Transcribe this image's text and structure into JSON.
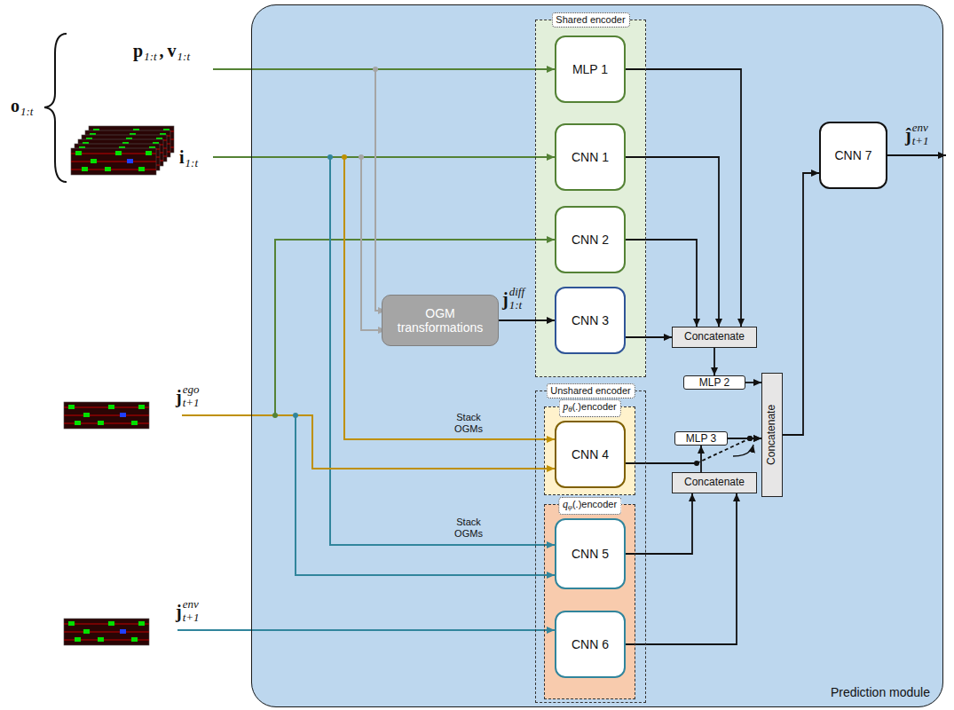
{
  "diagram": {
    "nodes": [
      {
        "text": [
          "Prediction module"
        ]
      },
      {
        "text": [
          "Shared encoder"
        ],
        "in": 0
      },
      {
        "text": [
          "MLP 1"
        ],
        "in": 1
      },
      {
        "text": [
          "CNN 1"
        ],
        "in": 1
      },
      {
        "text": [
          "CNN 2"
        ],
        "in": 1
      },
      {
        "text": [
          "CNN 3"
        ],
        "in": 1
      },
      {
        "text": [
          "OGM transformations"
        ],
        "in": 0
      },
      {
        "text": [
          "Concatenate"
        ],
        "in": 0
      },
      {
        "text": [
          "Unshared encoder"
        ],
        "in": 0
      },
      {
        "text": [
          "p",
          "θ",
          "(.)encoder"
        ],
        "in": 8
      },
      {
        "text": [
          "CNN 4"
        ],
        "in": 9
      },
      {
        "text": [
          "q",
          "φ",
          "(.)encoder"
        ],
        "in": 8
      },
      {
        "text": [
          "CNN 5"
        ],
        "in": 11
      },
      {
        "text": [
          "CNN 6"
        ],
        "in": 11
      },
      {
        "text": [
          "MLP 2"
        ],
        "in": 0
      },
      {
        "text": [
          "Concatenate"
        ],
        "in": 0
      },
      {
        "text": [
          "MLP 3"
        ],
        "in": 0
      },
      {
        "text": [
          "Concatenate"
        ],
        "in": 0
      },
      {
        "text": [
          "CNN 7"
        ],
        "in": 0
      }
    ],
    "edges": [
      {
        "from": 6,
        "to": 5,
        "arrow": "to"
      },
      {
        "from": 2,
        "to": 7,
        "arrow": "to"
      },
      {
        "from": 3,
        "to": 7,
        "arrow": "to"
      },
      {
        "from": 4,
        "to": 7,
        "arrow": "to"
      },
      {
        "from": 5,
        "to": 7,
        "arrow": "to"
      },
      {
        "from": 7,
        "to": 14,
        "arrow": "to"
      },
      {
        "from": 14,
        "to": 15,
        "arrow": "to"
      },
      {
        "from": 10,
        "to": 15,
        "arrow": "to"
      },
      {
        "from": 16,
        "to": 15,
        "arrow": "to"
      },
      {
        "from": 12,
        "to": 17,
        "arrow": "to"
      },
      {
        "from": 13,
        "to": 17,
        "arrow": "to"
      },
      {
        "from": 17,
        "to": 16,
        "arrow": "to"
      },
      {
        "from": 15,
        "to": 18,
        "arrow": "to"
      }
    ],
    "labels": [
      "o",
      "1:t",
      "p",
      "1:t",
      ",",
      "v",
      "1:t",
      "i",
      "1:t",
      "j",
      "diff",
      "1:t",
      "j",
      "ego",
      "t+1",
      "j",
      "env",
      "t+1",
      "Stack OGMs",
      "Stack OGMs",
      "ĵ",
      "env",
      "t+1"
    ]
  }
}
